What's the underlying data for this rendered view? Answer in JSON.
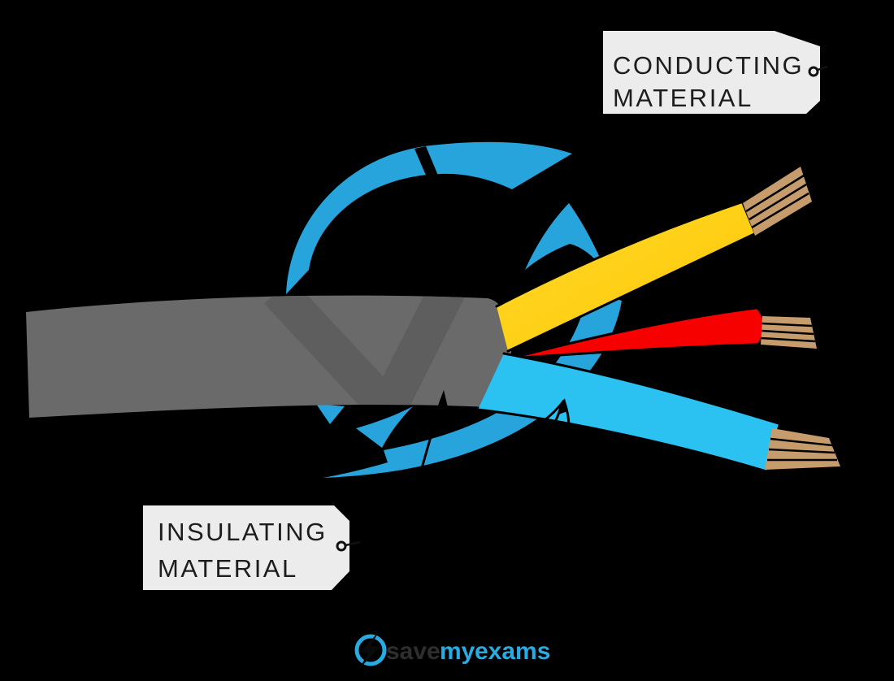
{
  "page": {
    "background": "#000000"
  },
  "diagram": {
    "type": "labeled-illustration",
    "subject": "Electrical cable with stripped insulation showing three conducting wires",
    "tags": {
      "conducting": {
        "line1": "CONDUCTING",
        "line2": "MATERIAL"
      },
      "insulating": {
        "line1": "INSULATING",
        "line2": "MATERIAL"
      }
    },
    "colors": {
      "sheath_grey": "#6A6A6A",
      "sheath_shadow": "#5E5E5E",
      "wire_yellow": "#FFD103",
      "wire_red": "#F70000",
      "wire_cyan": "#2BC2F1",
      "swoosh_blue": "#27A4DC",
      "copper": "#C69C6D",
      "tag_background": "#ECECEC",
      "outline_black": "#000000"
    }
  },
  "footer": {
    "logo": {
      "word1": "save",
      "word2": "my",
      "word3": "exams",
      "accent": "#29ABE2",
      "dark": "#2E2E2E"
    }
  }
}
